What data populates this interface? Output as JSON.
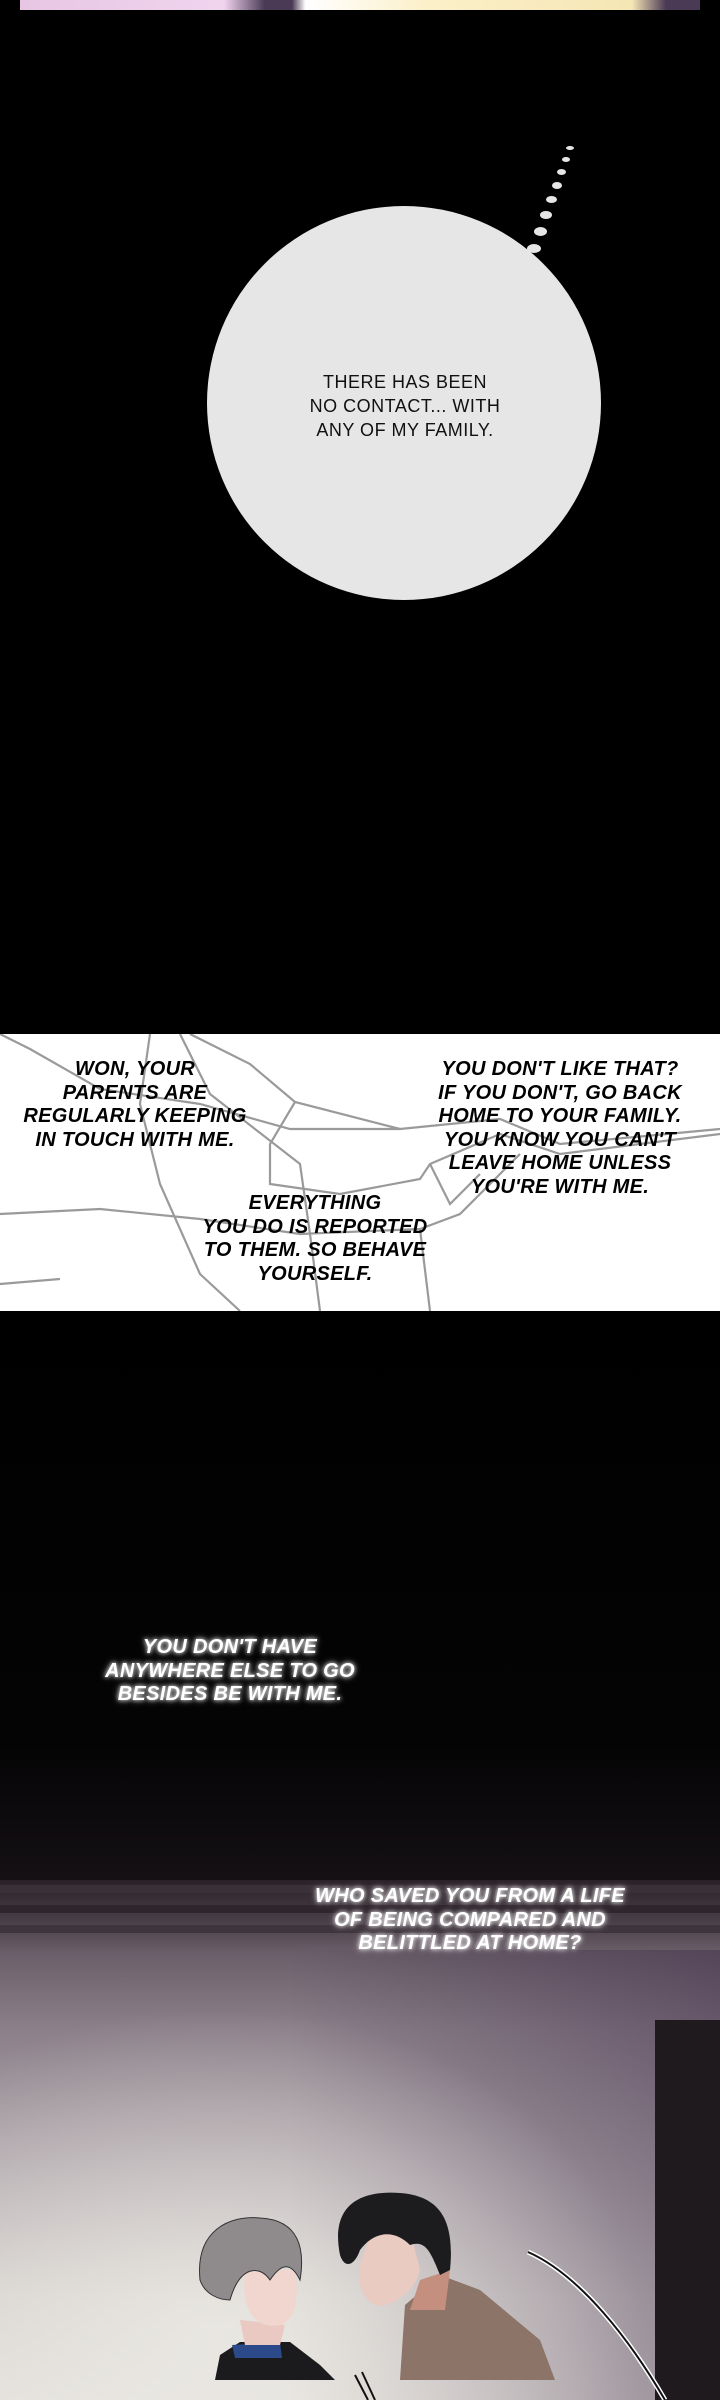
{
  "panel1": {
    "thought_bubble": "THERE HAS BEEN\nNO CONTACT... WITH\nANY OF MY FAMILY."
  },
  "panel2": {
    "dialogue_left": "WON, YOUR\nPARENTS ARE\nREGULARLY KEEPING\nIN TOUCH WITH ME.",
    "dialogue_middle": "EVERYTHING\nYOU DO IS REPORTED\nTO THEM. SO BEHAVE\nYOURSELF.",
    "dialogue_right": "YOU DON'T LIKE THAT?\nIF YOU DON'T, GO BACK\nHOME TO YOUR FAMILY.\nYOU KNOW YOU CAN'T\nLEAVE HOME UNLESS\nYOU'RE WITH ME."
  },
  "panel3": {
    "narration_1": "YOU DON'T HAVE\nANYWHERE ELSE TO GO\nBESIDES BE WITH ME.",
    "narration_2": "WHO SAVED YOU FROM A LIFE\nOF BEING COMPARED AND\nBELITTLED AT HOME?"
  },
  "colors": {
    "background": "#000000",
    "bubble": "#e6e6e6",
    "white_panel": "#ffffff"
  }
}
